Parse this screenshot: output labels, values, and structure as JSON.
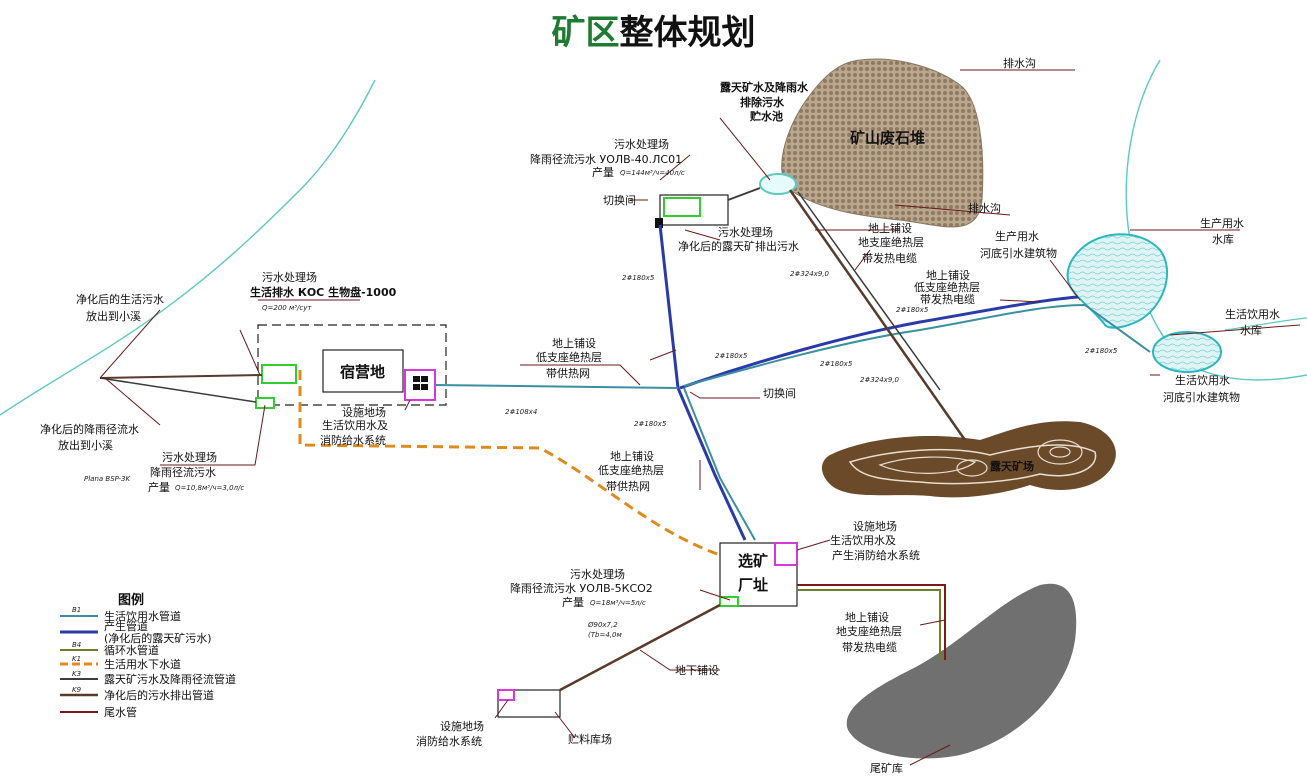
{
  "title_chars": [
    "矿",
    "区",
    "整",
    "体",
    "规",
    "划"
  ],
  "colors": {
    "title_green": "#1f7a32",
    "drinking_water": "#3a8fa0",
    "production": "#2a3aa8",
    "circulating": "#6f7d2a",
    "sewer": "#e08a1e",
    "pit_runoff": "#3b3b3b",
    "treated_sewage": "#5a3a2a",
    "tailings": "#7a1a1a",
    "river": "#5cc9c0",
    "water_fill": "#d8f4f4",
    "magenta": "#d63ad6",
    "green_box": "#33cc33",
    "waste_dump": "#a08b72",
    "tailings_pond": "#707070",
    "open_pit": "#6b4a2a"
  },
  "places": {
    "camp": "宿营地",
    "mill_1": "选矿",
    "mill_2": "厂址",
    "waste_dump": "矿山废石堆",
    "open_pit": "露天矿场",
    "tailings": "尾矿库",
    "storage_yard": "贮料库场"
  },
  "labels": {
    "ditch_top": "排水沟",
    "pit_water_1": "露天矿水及降雨水",
    "pit_water_2": "排除污水",
    "pit_water_3": "贮水池",
    "ditch_mid": "排水沟",
    "sewage_top_1": "污水处理场",
    "sewage_top_2": "降雨径流污水 УОЛВ-40.ЛС01",
    "sewage_top_3": "产量",
    "sewage_top_q": "Q=144м³/ч=40л/с",
    "switch_top": "切换间",
    "sewage_pit_1": "污水处理场",
    "sewage_pit_2": "净化后的露天矿排出污水",
    "above_cable_1": "地上铺设",
    "above_cable_2": "地支座绝热层",
    "above_cable_3": "带发热电缆",
    "pipe_324_a": "2#324x9,0",
    "prod_water_1": "生产用水",
    "prod_water_2": "河底引水建筑物",
    "prod_res_1": "生产用水",
    "prod_res_2": "水库",
    "above_mid_1": "地上铺设",
    "above_mid_2": "低支座绝热层",
    "above_mid_3": "带发热电缆",
    "pipe_180_a": "2#180x5",
    "pipe_180_b": "2#180x5",
    "pipe_180_c": "2#180x5",
    "pipe_180_d": "2#180x5",
    "pipe_180_e": "2#180x5",
    "pipe_180_f": "2#180x5",
    "pipe_324_b": "2#324x9,0",
    "drink_res_1": "生活饮用水",
    "drink_res_2": "水库",
    "drink_intake_1": "生活饮用水",
    "drink_intake_2": "河底引水建筑物",
    "switch_mid": "切换间",
    "heat_1": "地上铺设",
    "heat_2": "低支座绝热层",
    "heat_3": "带供热网",
    "pipe_108": "2#108x4",
    "heat2_1": "地上铺设",
    "heat2_2": "低支座绝热层",
    "heat2_3": "带供热网",
    "camp_sewage_1": "污水处理场",
    "camp_sewage_2": "生活排水 КОС 生物盘-1000",
    "camp_sewage_q": "Q=200 м³/сут",
    "treated_domestic_1": "净化后的生活污水",
    "treated_domestic_2": "放出到小溪",
    "treated_rain_1": "净化后的降雨径流水",
    "treated_rain_2": "放出到小溪",
    "camp_facility_1": "设施地场",
    "camp_facility_2": "生活饮用水及",
    "camp_facility_3": "消防给水系统",
    "rain_plant_1": "污水处理场",
    "rain_plant_2": "降雨径流污水",
    "rain_plant_model": "Plana BSP-3K",
    "rain_plant_3": "产量",
    "rain_plant_q": "Q=10,8м³/ч=3,0л/с",
    "mill_facility_1": "设施地场",
    "mill_facility_2": "生活饮用水及",
    "mill_facility_3": "产生消防给水系统",
    "mill_sewage_1": "污水处理场",
    "mill_sewage_2": "降雨径流污水 УОЛВ-5КСО2",
    "mill_sewage_3": "产量",
    "mill_sewage_q": "Q=18м³/ч=5л/с",
    "tail_line_1": "地上铺设",
    "tail_line_2": "地支座绝热层",
    "tail_line_3": "带发热电缆",
    "buried_pipe_1": "Ø90x7,2",
    "buried_pipe_2": "(Tb=4,0м",
    "buried": "地下铺设",
    "yard_facility_1": "设施地场",
    "yard_facility_2": "消防给水系统"
  },
  "legend": {
    "title": "图例",
    "items": [
      {
        "code": "B1",
        "text": "生活饮用水管道",
        "color": "#3a8fa0"
      },
      {
        "code": "",
        "text": "产生管道",
        "text2": "(净化后的露天矿污水)",
        "color": "#2a3aa8"
      },
      {
        "code": "B4",
        "text": "循环水管道",
        "color": "#6f7d2a"
      },
      {
        "code": "K1",
        "text": "生活用水下水道",
        "color": "#e08a1e"
      },
      {
        "code": "K3",
        "text": "露天矿污水及降雨径流管道",
        "color": "#3b3b3b"
      },
      {
        "code": "K9",
        "text": "净化后的污水排出管道",
        "color": "#5a3a2a"
      },
      {
        "code": "",
        "text": "尾水管",
        "color": "#7a1a1a"
      }
    ]
  }
}
